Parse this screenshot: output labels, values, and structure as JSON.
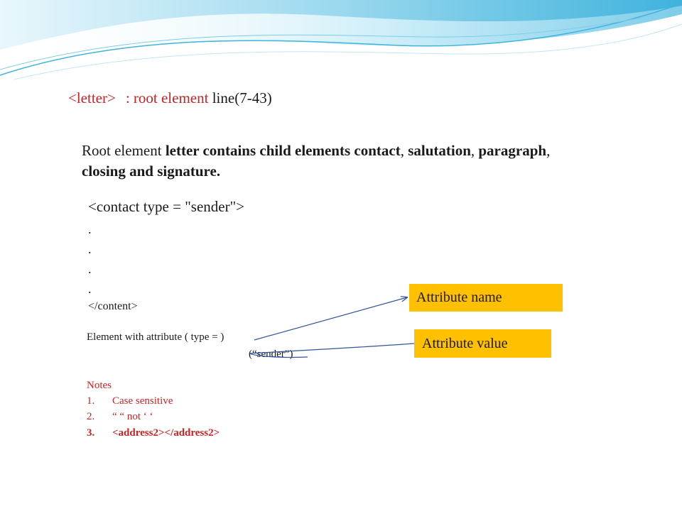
{
  "heading": {
    "tag": "<letter>",
    "label": ": root element",
    "lines": "line(7-43)"
  },
  "description": {
    "part1": "Root element ",
    "part2": "letter contains child elements contact",
    "part3": ", ",
    "part4": "salutation",
    "part5": ", ",
    "part6": "paragraph",
    "part7": ", ",
    "part8": "closing and signature",
    "part9": "."
  },
  "code": {
    "open_tag": "<contact type = \"sender\">",
    "dots": [
      ".",
      ".",
      ".",
      "."
    ],
    "close_tag": "</content>"
  },
  "attribute": {
    "line": "Element with attribute (  type = )",
    "value_line": "(“sender”)"
  },
  "notes": {
    "title": "Notes",
    "items": [
      {
        "num": "1.",
        "text": "Case sensitive"
      },
      {
        "num": "2.",
        "text": "“  “ not ‘ ‘"
      },
      {
        "num": "3.",
        "text": "<address2></address2>"
      }
    ]
  },
  "callouts": {
    "name": "Attribute name",
    "value": "Attribute value"
  },
  "colors": {
    "accent_red": "#cc2222",
    "callout_fill": "#ffc000",
    "arrow_blue": "#2f5597",
    "wave_light": "#bfe6f5",
    "wave_mid": "#7fcde9",
    "wave_dark": "#3fb3dd"
  }
}
